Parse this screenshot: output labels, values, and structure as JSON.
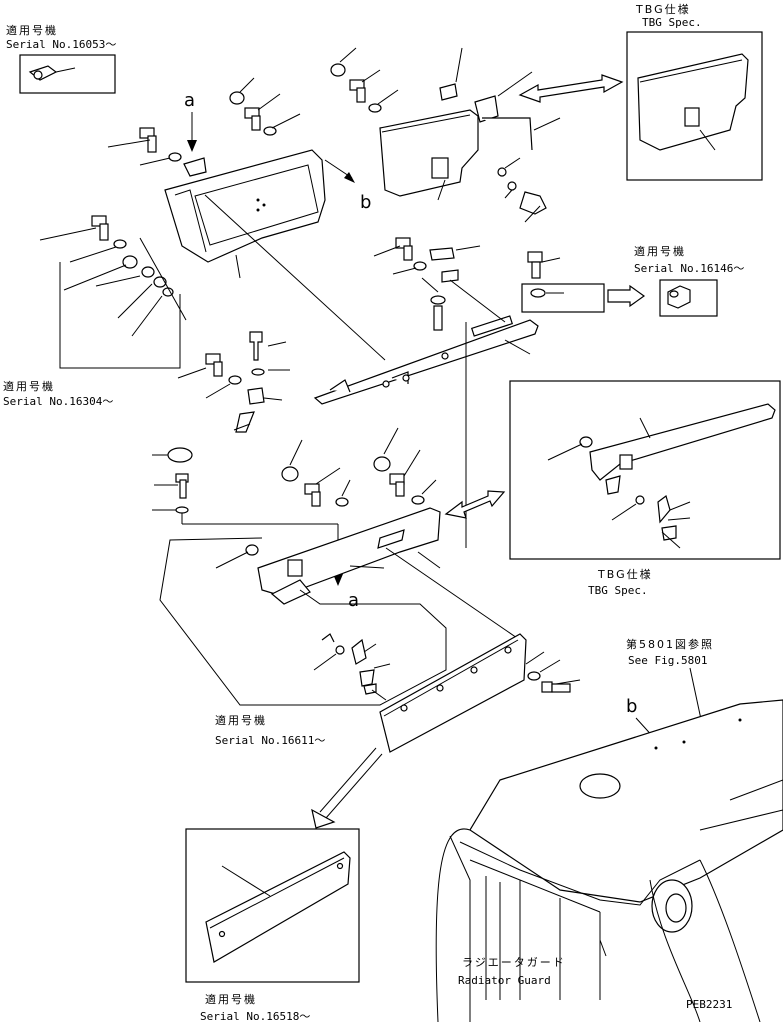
{
  "labels": {
    "serial_jp": "適用号機",
    "serial_16053": "Serial No.16053～",
    "serial_16304": "Serial No.16304～",
    "serial_16146": "Serial No.16146～",
    "serial_16611": "Serial No.16611～",
    "serial_16518": "Serial No.16518～",
    "tbg_jp_top": "TBG仕様",
    "tbg_en_top": "TBG Spec.",
    "tbg_jp_mid": "TBG仕様",
    "tbg_en_mid": "TBG Spec.",
    "ref_jp": "第5801図参照",
    "ref_en": "See Fig.5801",
    "radiator_jp": "ラジエータガード",
    "radiator_en": "Radiator Guard",
    "view_a": "a",
    "view_b": "b",
    "figure_code": "PEB2231"
  }
}
